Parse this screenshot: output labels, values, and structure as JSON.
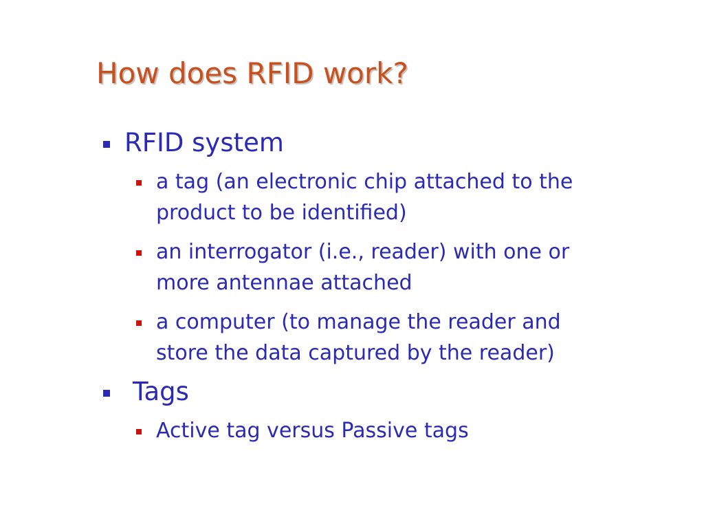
{
  "slide": {
    "title": "How does RFID work?",
    "colors": {
      "title": "#c8501e",
      "text": "#2a2ab4",
      "marker_red": "#cc1111"
    },
    "bullets": [
      {
        "text": "RFID system",
        "sub": [
          {
            "lines": [
              "a tag (an electronic chip attached to the",
              "product to be identified)"
            ]
          },
          {
            "lines": [
              "an interrogator (i.e., reader) with one or",
              "more antennae attached"
            ]
          },
          {
            "lines": [
              "a computer (to manage the reader and",
              "store the data captured by the reader)"
            ]
          }
        ]
      },
      {
        "text": "Tags",
        "sub": [
          {
            "lines": [
              "Active tag versus Passive tags"
            ]
          }
        ]
      }
    ]
  }
}
